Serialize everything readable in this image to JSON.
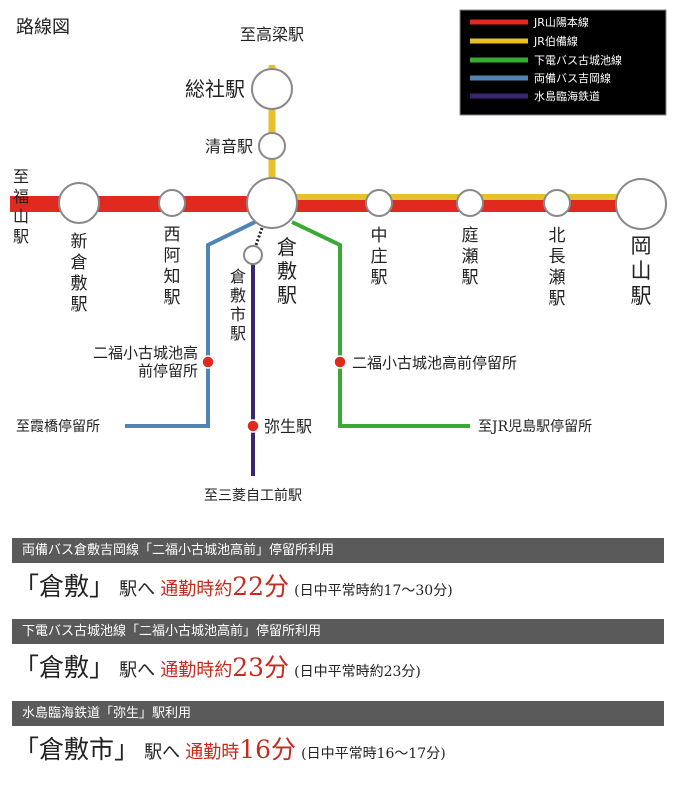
{
  "map_title": "路線図",
  "legend": [
    {
      "label": "JR山陽本線",
      "color": "#e02a1f"
    },
    {
      "label": "JR伯備線",
      "color": "#e8c12a"
    },
    {
      "label": "下電バス古城池線",
      "color": "#3aaa35"
    },
    {
      "label": "両備バス吉岡線",
      "color": "#4f84b4"
    },
    {
      "label": "水島臨海鉄道",
      "color": "#3a2570"
    }
  ],
  "stations": {
    "to_takahashi": "至高梁駅",
    "soja": "総社駅",
    "kiyone": "清音駅",
    "to_fukuyama": "至福山駅",
    "shinkurashiki": "新倉敷駅",
    "nishiachi": "西阿知駅",
    "kurashiki": "倉敷駅",
    "kurashikishi": "倉敷市駅",
    "nakasho": "中庄駅",
    "niwase": "庭瀬駅",
    "kitanagase": "北長瀬駅",
    "okayama": "岡山駅",
    "stop_left": "二福小古城池高前停留所",
    "stop_right": "二福小古城池高前停留所",
    "yayoi": "弥生駅",
    "to_kasumibashi": "至霞橋停留所",
    "to_jr_kojima": "至JR児島駅停留所",
    "to_mitsubishi": "至三菱自工前駅"
  },
  "routes": [
    {
      "header": "両備バス倉敷吉岡線「二福小古城池高前」停留所利用",
      "destination": "「倉敷」",
      "to_station": "駅へ",
      "commute_label": "通勤時約",
      "commute_value": "22分",
      "note": "(日中平常時約17〜30分)"
    },
    {
      "header": "下電バス古城池線「二福小古城池高前」停留所利用",
      "destination": "「倉敷」",
      "to_station": "駅へ",
      "commute_label": "通勤時約",
      "commute_value": "23分",
      "note": "(日中平常時約23分)"
    },
    {
      "header": "水島臨海鉄道「弥生」駅利用",
      "destination": "「倉敷市」",
      "to_station": "駅へ",
      "commute_label": "通勤時",
      "commute_value": "16分",
      "note": "(日中平常時16〜17分)"
    }
  ]
}
